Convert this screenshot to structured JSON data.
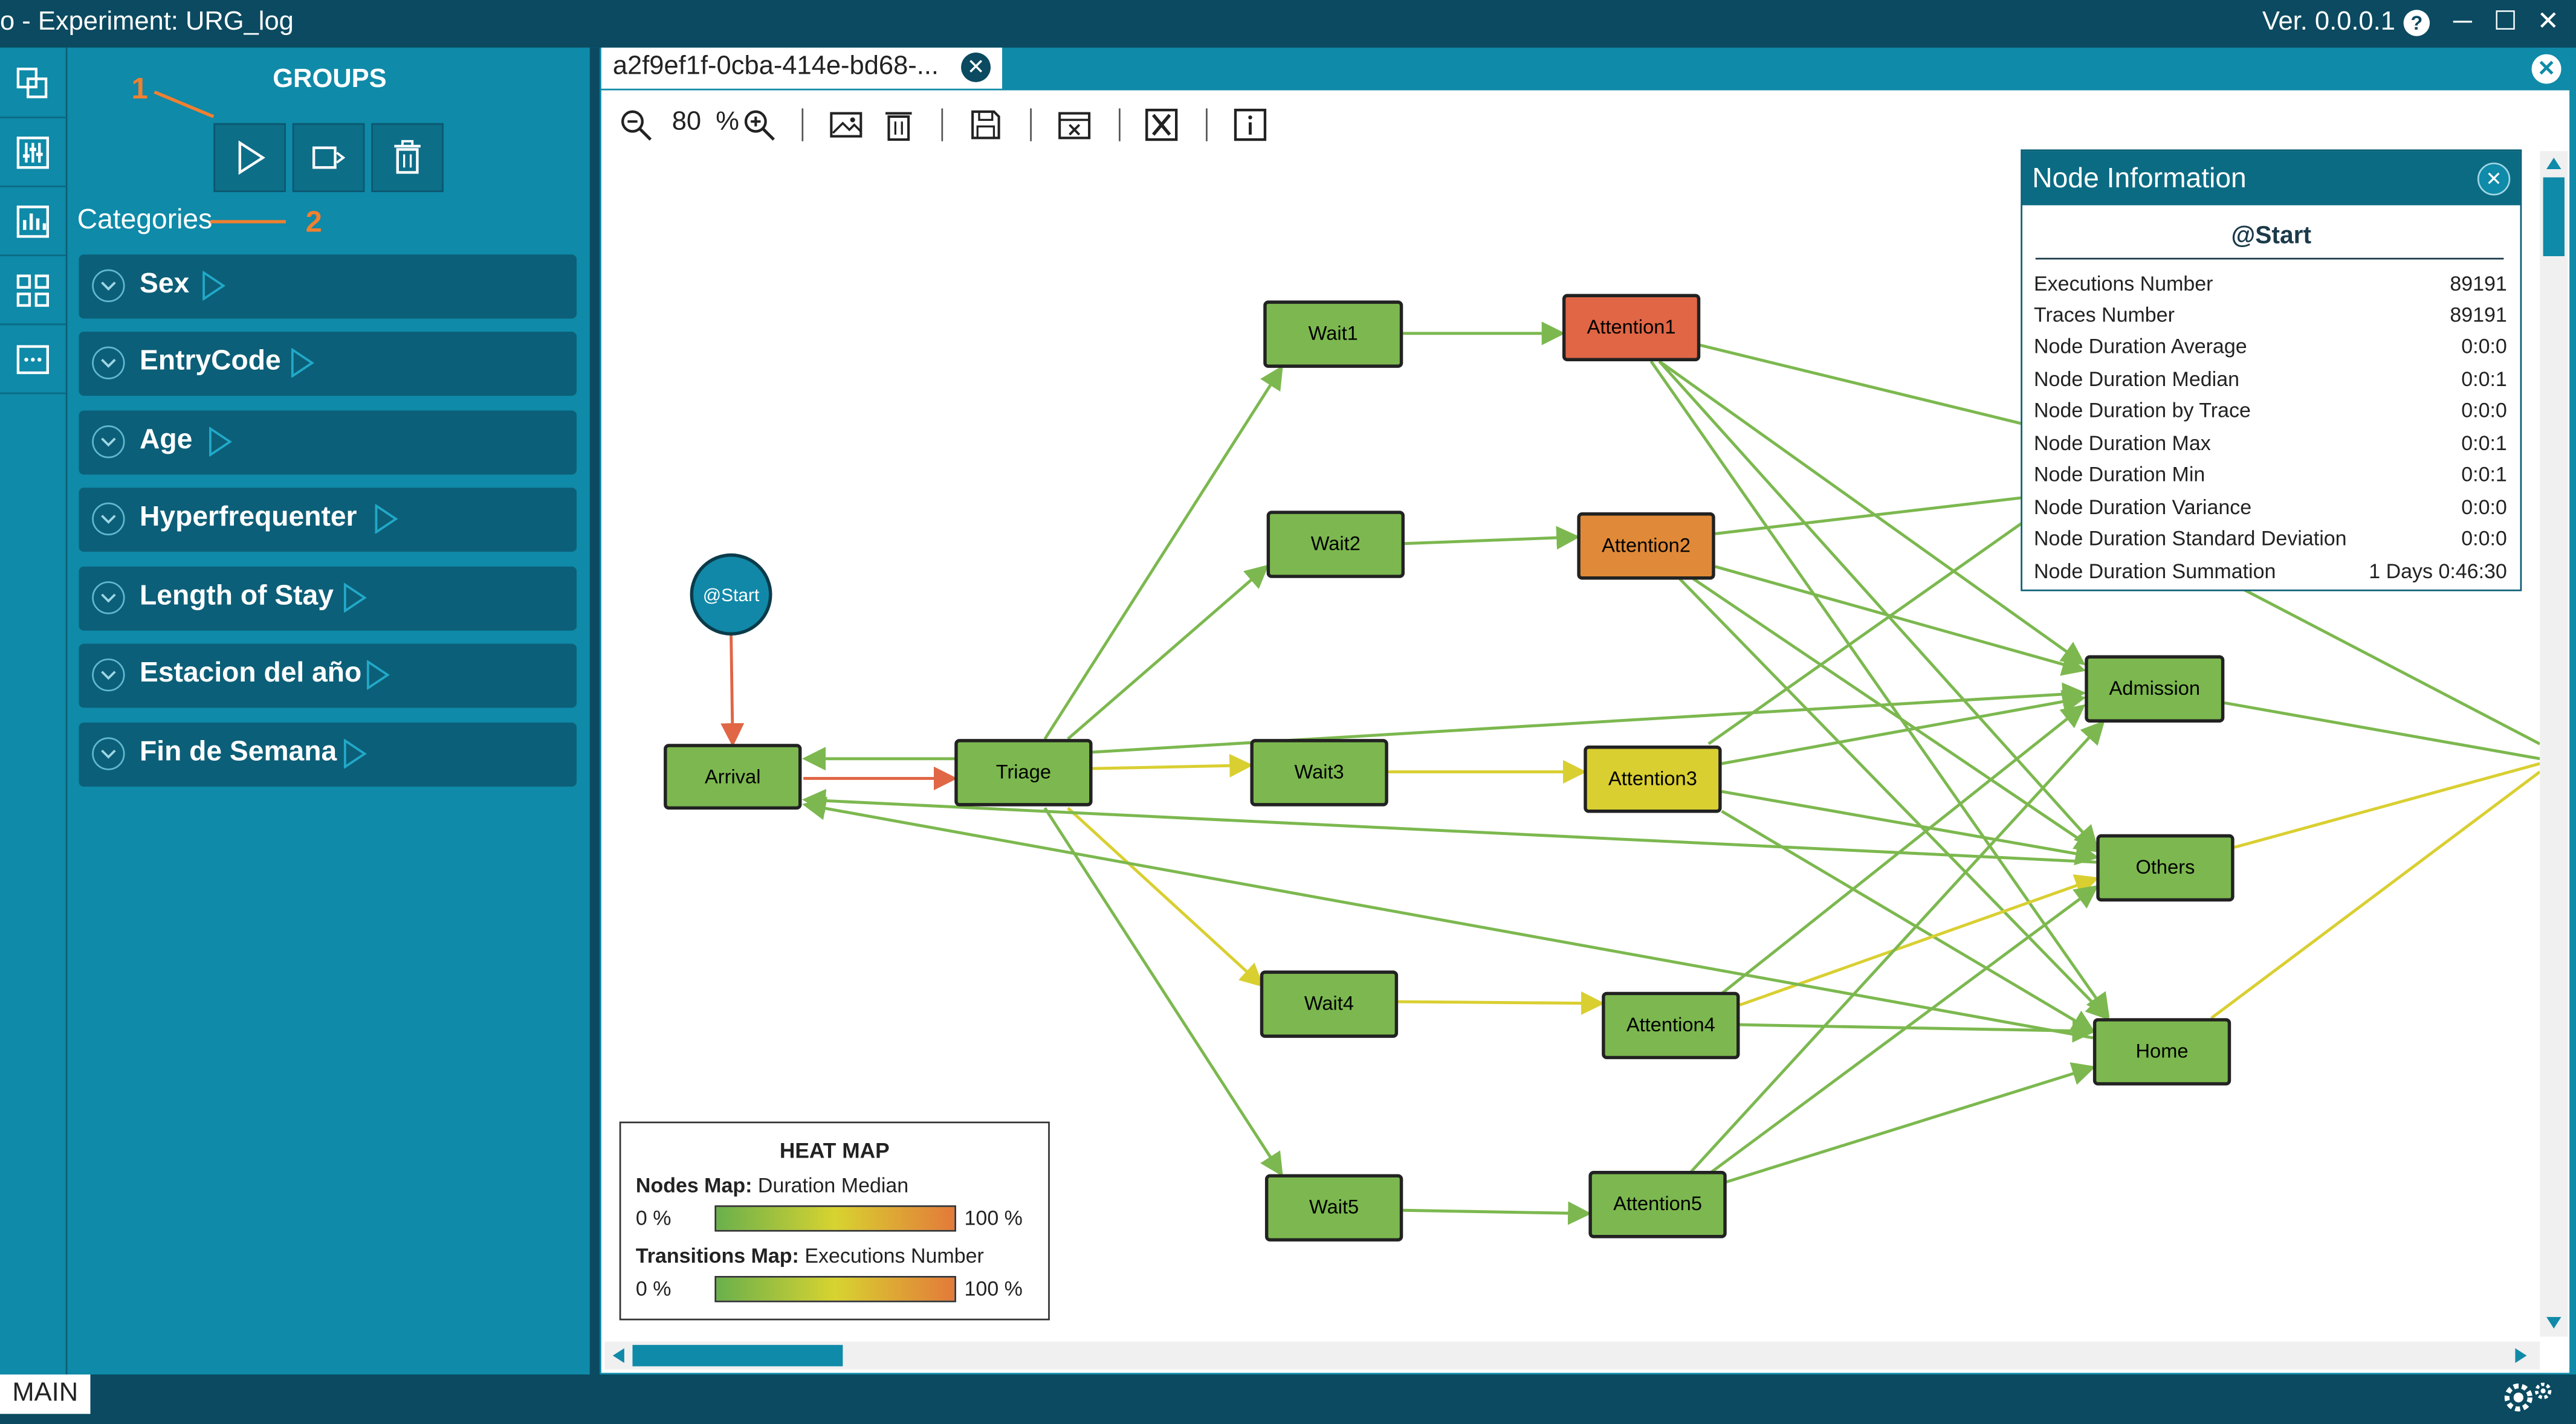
{
  "window": {
    "title": "o  -  Experiment: URG_log",
    "version": "Ver. 0.0.0.1",
    "help_label": "?",
    "minimize": "─",
    "maximize": "☐",
    "close": "✕"
  },
  "side_panel": {
    "title": "GROUPS",
    "annotation_1": "1",
    "annotation_2": "2",
    "categories_label": "Categories",
    "categories": [
      {
        "label": "Sex"
      },
      {
        "label": "EntryCode"
      },
      {
        "label": "Age"
      },
      {
        "label": "Hyperfrequenter"
      },
      {
        "label": "Length of Stay"
      },
      {
        "label": "Estacion del año"
      },
      {
        "label": "Fin de Semana"
      }
    ]
  },
  "document": {
    "tab_label": "a2f9ef1f-0cba-414e-bd68-...",
    "tab_close": "✕",
    "close": "✕",
    "zoom_value": "80",
    "zoom_unit": "%"
  },
  "graph": {
    "nodes": {
      "start": "@Start",
      "arrival": "Arrival",
      "triage": "Triage",
      "wait1": "Wait1",
      "wait2": "Wait2",
      "wait3": "Wait3",
      "wait4": "Wait4",
      "wait5": "Wait5",
      "attention1": "Attention1",
      "attention2": "Attention2",
      "attention3": "Attention3",
      "attention4": "Attention4",
      "attention5": "Attention5",
      "admission": "Admission",
      "others": "Others",
      "home": "Home"
    },
    "colors": {
      "green": "#7cb84f",
      "yellow": "#d9cf31",
      "orange": "#e08a39",
      "red": "#e06645",
      "start": "#1188a8"
    }
  },
  "node_info": {
    "title": "Node Information",
    "close": "✕",
    "node_name": "@Start",
    "rows": [
      {
        "key": "Executions Number",
        "value": "89191"
      },
      {
        "key": "Traces Number",
        "value": "89191"
      },
      {
        "key": "Node Duration Average",
        "value": "0:0:0"
      },
      {
        "key": "Node Duration Median",
        "value": "0:0:1"
      },
      {
        "key": "Node Duration by Trace",
        "value": "0:0:0"
      },
      {
        "key": "Node Duration Max",
        "value": "0:0:1"
      },
      {
        "key": "Node Duration Min",
        "value": "0:0:1"
      },
      {
        "key": "Node Duration Variance",
        "value": "0:0:0"
      },
      {
        "key": "Node Duration Standard Deviation",
        "value": "0:0:0"
      },
      {
        "key": "Node Duration Summation",
        "value": "1 Days 0:46:30"
      }
    ]
  },
  "heat_map": {
    "title": "HEAT MAP",
    "nodes_label": "Nodes Map:",
    "nodes_metric": " Duration Median",
    "transitions_label": "Transitions Map:",
    "transitions_metric": " Executions Number",
    "min": "0 %",
    "max": "100 %"
  },
  "status": {
    "main_tag": "MAIN"
  }
}
